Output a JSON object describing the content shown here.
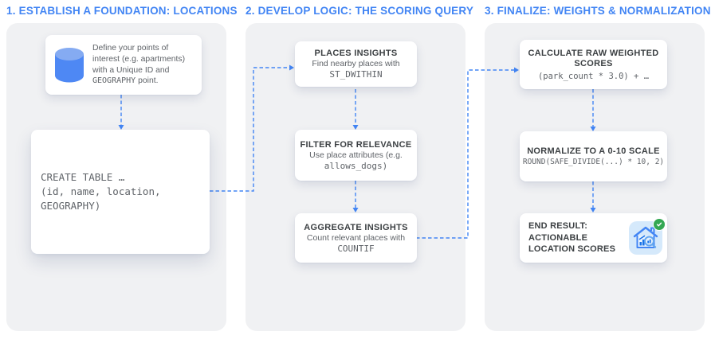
{
  "colors": {
    "accent_blue": "#4285f4",
    "panel_gray": "#f0f1f3",
    "title_gray": "#3c4043",
    "body_gray": "#5f6368",
    "badge_green": "#34a853",
    "icon_bg_blue": "#d5e9fb",
    "cylinder_body": "#4e88f4",
    "cylinder_top": "#85abf2"
  },
  "headings": [
    {
      "label": "1. ESTABLISH A FOUNDATION: LOCATIONS"
    },
    {
      "label": "2. DEVELOP LOGIC: THE SCORING QUERY"
    },
    {
      "label": "3. FINALIZE: WEIGHTS & NORMALIZATION"
    }
  ],
  "col1": {
    "define_card": {
      "icon": "database-cylinder-icon",
      "text_before": "Define your points of interest (e.g. apartments) with a Unique ID and ",
      "code": "GEOGRAPHY",
      "text_after": " point."
    },
    "create_card": {
      "lines": [
        "CREATE TABLE …",
        "(id, name, location,",
        "GEOGRAPHY)"
      ]
    }
  },
  "col2": {
    "cards": [
      {
        "title": "PLACES INSIGHTS",
        "body": "Find nearby places with",
        "code": "ST_DWITHIN"
      },
      {
        "title": "FILTER FOR RELEVANCE",
        "body": "Use place attributes (e.g.",
        "code": "allows_dogs)"
      },
      {
        "title": "AGGREGATE INSIGHTS",
        "body": "Count relevant places with",
        "code": "COUNTIF"
      }
    ]
  },
  "col3": {
    "cards": [
      {
        "title": "CALCULATE RAW WEIGHTED SCORES",
        "code": "(park_count * 3.0) + …"
      },
      {
        "title": "NORMALIZE TO A 0-10 SCALE",
        "code": "ROUND(SAFE_DIVIDE(...) * 10, 2)"
      },
      {
        "title": "END RESULT: ACTIONABLE LOCATION SCORES",
        "icon": "house-analytics-icon",
        "badge": "check-badge-icon"
      }
    ]
  }
}
